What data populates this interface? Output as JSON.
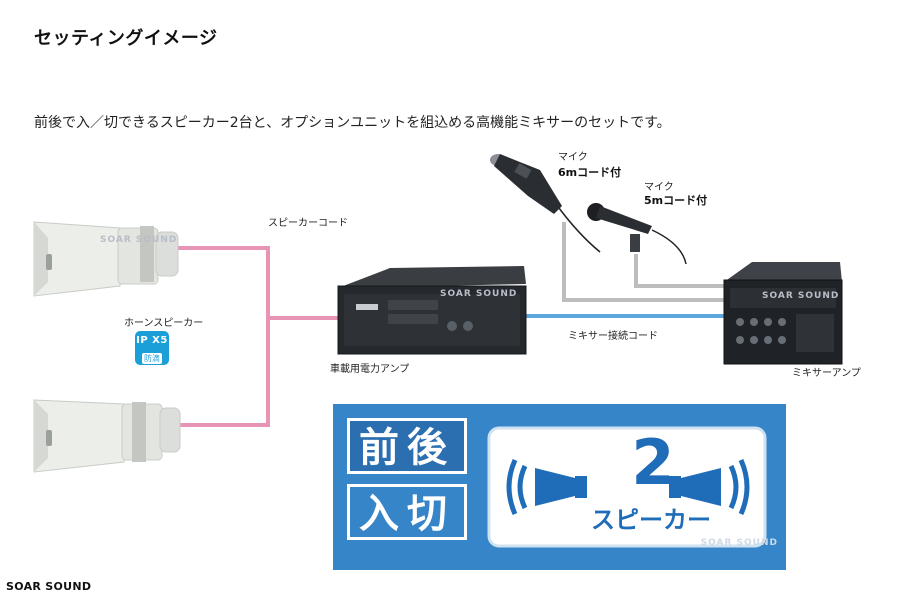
{
  "title": "セッティングイメージ",
  "description": "前後で入／切できるスピーカー2台と、オプションユニットを組込める高機能ミキサーのセットです。",
  "labels": {
    "speaker_cord": "スピーカーコード",
    "horn_speaker": "ホーンスピーカー",
    "amplifier": "車載用電力アンプ",
    "mixer_cord": "ミキサー接続コード",
    "mixer_amp": "ミキサーアンプ",
    "mic1_type": "マイク",
    "mic1_cord": "6mコード付",
    "mic2_type": "マイク",
    "mic2_cord": "5mコード付"
  },
  "ip_badge": {
    "code": "IP X5",
    "text": "防滴"
  },
  "banner": {
    "top_word": "前後",
    "bottom_word": "入切",
    "number": "2",
    "caption": "スピーカー",
    "watermark": "SOAR SOUND"
  },
  "watermark": "SOAR SOUND",
  "brand_footer": "SOAR SOUND",
  "colors": {
    "speaker_cable": "#e894b5",
    "mixer_cable": "#5aa7de",
    "mic_cable": "#bdbdbd",
    "banner_bg": "#3585c8",
    "banner_accent": "#1f6db8",
    "badge": "#1a9fd8"
  }
}
